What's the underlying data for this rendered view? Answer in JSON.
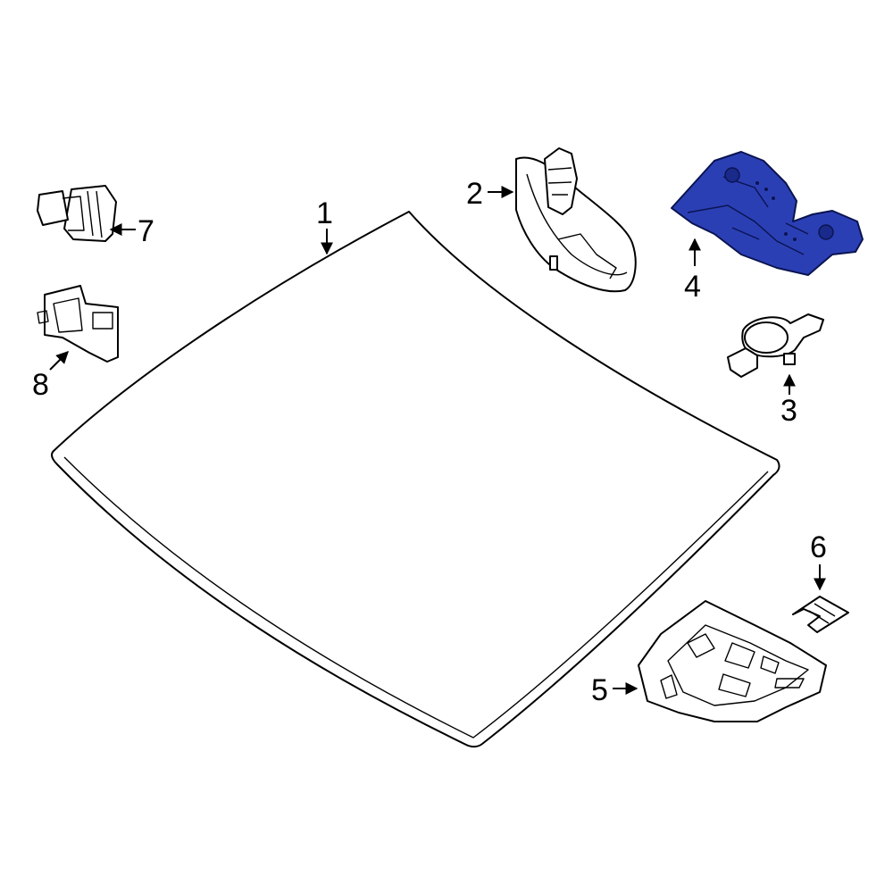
{
  "diagram": {
    "callouts": [
      {
        "id": "1",
        "label": "1"
      },
      {
        "id": "2",
        "label": "2"
      },
      {
        "id": "3",
        "label": "3"
      },
      {
        "id": "4",
        "label": "4"
      },
      {
        "id": "5",
        "label": "5"
      },
      {
        "id": "6",
        "label": "6"
      },
      {
        "id": "7",
        "label": "7"
      },
      {
        "id": "8",
        "label": "8"
      }
    ],
    "colors": {
      "line": "#000000",
      "background": "#ffffff",
      "highlight_fill": "#2b3fb5",
      "highlight_stroke": "#0a1450"
    },
    "highlighted_part": "4"
  }
}
